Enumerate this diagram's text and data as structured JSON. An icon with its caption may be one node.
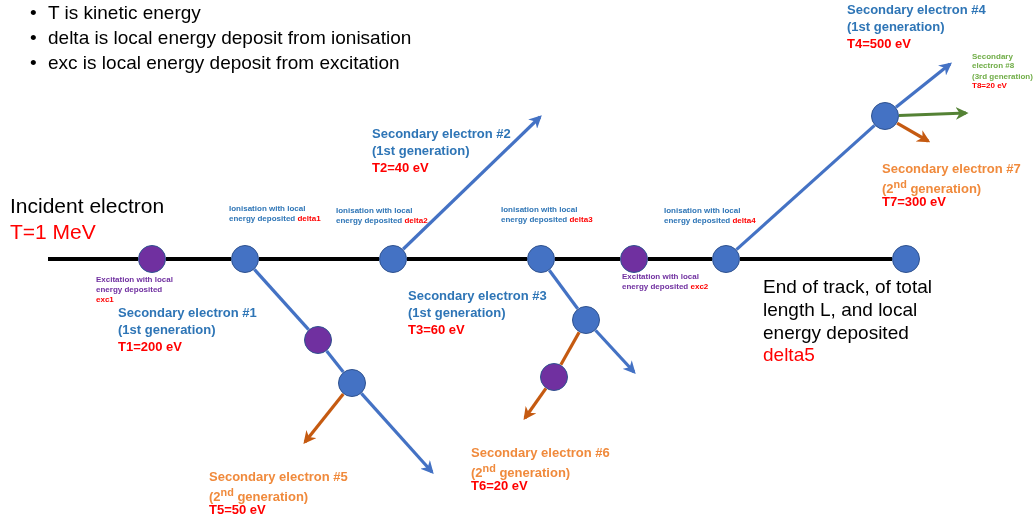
{
  "diagram": {
    "nodes": [
      {
        "text": [],
        "shape": "circle",
        "beside": [
          "Excitation with local energy deposited",
          "exc1"
        ]
      },
      {
        "text": [],
        "shape": "circle",
        "beside": [
          "Ionisation with local energy deposited",
          "delta1"
        ]
      },
      {
        "text": [],
        "shape": "circle",
        "beside": [
          "Ionisation with local energy deposited",
          "delta2"
        ]
      },
      {
        "text": [],
        "shape": "circle",
        "beside": [
          "Ionisation with local energy deposited",
          "delta3"
        ]
      },
      {
        "text": [],
        "shape": "circle",
        "beside": [
          "Excitation with local energy deposited",
          "exc2"
        ]
      },
      {
        "text": [],
        "shape": "circle",
        "beside": [
          "Ionisation with local energy deposited",
          "delta4"
        ]
      },
      {
        "text": [],
        "shape": "circle",
        "beside": [
          "End of track, of total length L, and local energy deposited",
          "delta5"
        ]
      },
      {
        "text": [],
        "shape": "circle"
      },
      {
        "text": [],
        "shape": "circle"
      },
      {
        "text": [],
        "shape": "circle"
      },
      {
        "text": [],
        "shape": "circle"
      },
      {
        "text": [],
        "shape": "circle"
      }
    ],
    "edges": [
      {
        "from": null,
        "to": 0,
        "arrow": "none",
        "color": "#000000"
      },
      {
        "from": 0,
        "to": 1,
        "arrow": "none",
        "color": "#000000"
      },
      {
        "from": 1,
        "to": 2,
        "arrow": "none",
        "color": "#000000"
      },
      {
        "from": 2,
        "to": 3,
        "arrow": "none",
        "color": "#000000"
      },
      {
        "from": 3,
        "to": 4,
        "arrow": "none",
        "color": "#000000"
      },
      {
        "from": 4,
        "to": 5,
        "arrow": "none",
        "color": "#000000"
      },
      {
        "from": 5,
        "to": 6,
        "arrow": "none",
        "color": "#000000"
      },
      {
        "from": 1,
        "to": 7,
        "arrow": "none"
      },
      {
        "from": 7,
        "to": 8,
        "arrow": "none"
      },
      {
        "from": 8,
        "to": null,
        "arrow": "to"
      },
      {
        "from": 8,
        "to": null,
        "arrow": "to",
        "color": "#c55a11"
      },
      {
        "from": 2,
        "to": null,
        "arrow": "to"
      },
      {
        "from": 3,
        "to": 9,
        "arrow": "none"
      },
      {
        "from": 9,
        "to": null,
        "arrow": "to"
      },
      {
        "from": 9,
        "to": 10,
        "arrow": "none",
        "color": "#c55a11"
      },
      {
        "from": 10,
        "to": null,
        "arrow": "to",
        "color": "#c55a11"
      },
      {
        "from": 5,
        "to": 11,
        "arrow": "none"
      },
      {
        "from": 11,
        "to": null,
        "arrow": "to"
      },
      {
        "from": 11,
        "to": null,
        "arrow": "to",
        "color": "#c55a11"
      },
      {
        "from": 11,
        "to": null,
        "arrow": "to",
        "color": "#548235"
      }
    ],
    "labels": [
      "•",
      "T is kinetic energy",
      "•",
      "delta is local energy deposit from ionisation",
      "•",
      "exc is local energy deposit from excitation",
      "Incident electron",
      "T=1 MeV",
      "Secondary electron #1",
      "(1st generation)",
      "T1=200 eV",
      "Secondary electron #2",
      "(1st generation)",
      "T2=40 eV",
      "Secondary electron #3",
      "(1st generation)",
      "T3=60 eV",
      "Secondary electron #4",
      "(1st generation)",
      "T4=500 eV",
      "Secondary electron #5",
      "(2$^{nd}$ generation)",
      "T5=50 eV",
      "Secondary electron #6",
      "(2$^{nd}$ generation)",
      "T6=20 eV",
      "Secondary electron #7",
      "(2$^{nd}$ generation)",
      "T7=300 eV",
      "Secondary electron #8",
      "(3rd generation)",
      "T8=20 eV"
    ]
  }
}
